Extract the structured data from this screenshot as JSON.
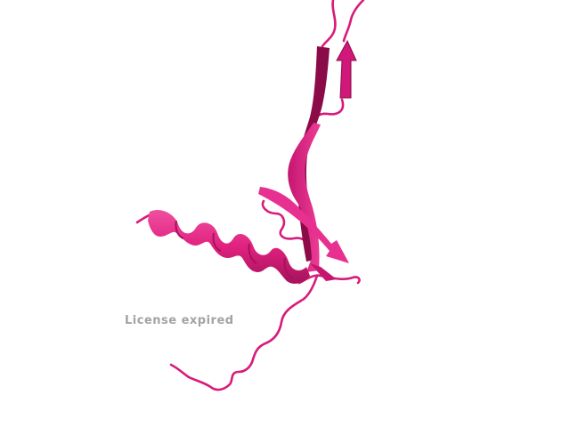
{
  "viewer": {
    "background": "#ffffff",
    "watermark": "License expired",
    "watermark_color": "#a3a3a3"
  },
  "molecule": {
    "representation": "cartoon",
    "color": "#e0217f",
    "dark_color": "#8a0b48",
    "light_color": "#f04fa0",
    "secondary_structure": [
      "alpha-helix",
      "beta-strand",
      "beta-strand",
      "beta-strand",
      "coil"
    ]
  }
}
